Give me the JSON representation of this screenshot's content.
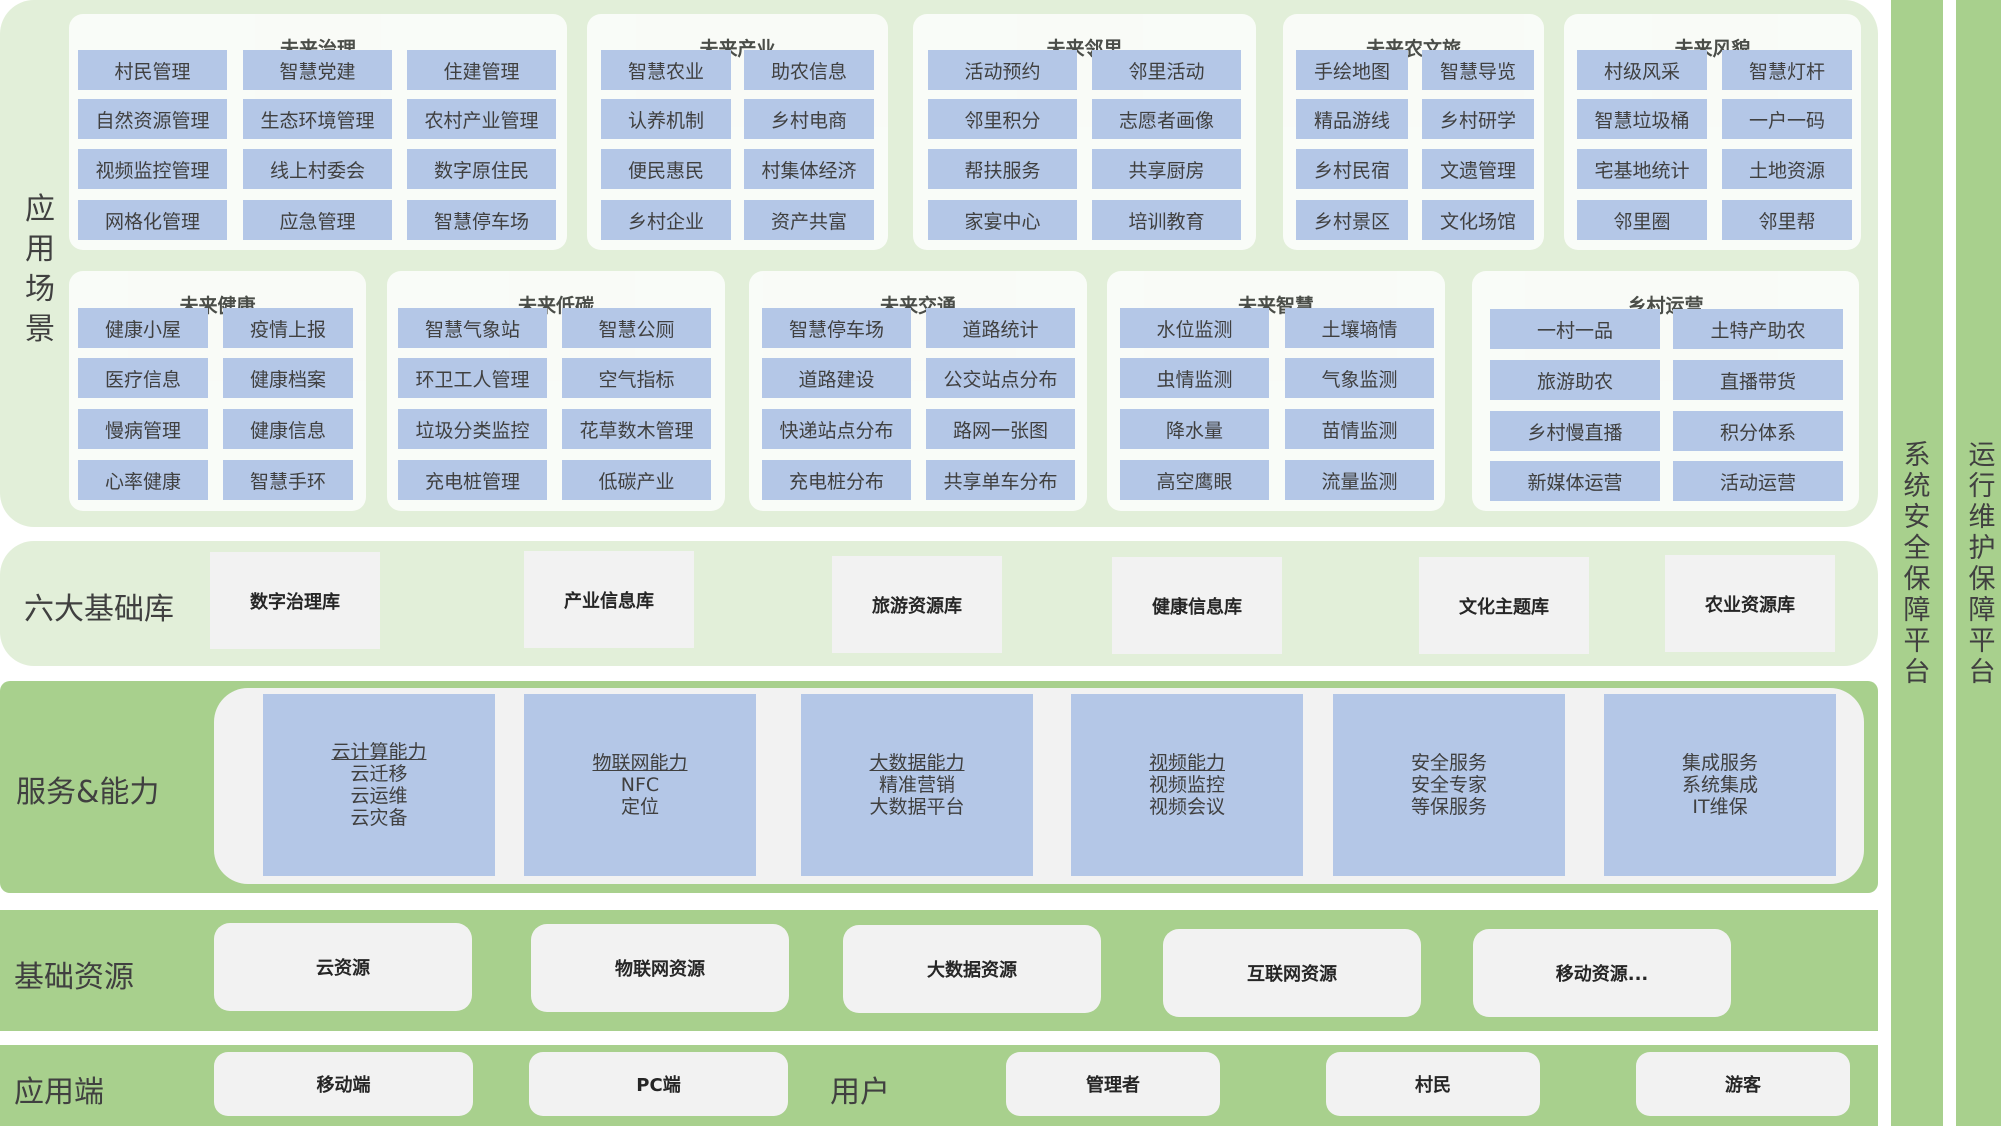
{
  "layers": {
    "app_scenarios": "应用场景",
    "six_libraries": "六大基础库",
    "services": "服务&能力",
    "base_resources": "基础资源",
    "app_endpoints": "应用端",
    "user": "用户"
  },
  "side": {
    "security": "系统安全保障平台",
    "ops": "运行维护保障平台"
  },
  "groups_top": [
    {
      "title": "未来治理",
      "items": [
        "村民管理",
        "智慧党建",
        "住建管理",
        "自然资源管理",
        "生态环境管理",
        "农村产业管理",
        "视频监控管理",
        "线上村委会",
        "数字原住民",
        "网格化管理",
        "应急管理",
        "智慧停车场"
      ]
    },
    {
      "title": "未来产业",
      "items": [
        "智慧农业",
        "助农信息",
        "认养机制",
        "乡村电商",
        "便民惠民",
        "村集体经济",
        "乡村企业",
        "资产共富"
      ]
    },
    {
      "title": "未来邻里",
      "items": [
        "活动预约",
        "邻里活动",
        "邻里积分",
        "志愿者画像",
        "帮扶服务",
        "共享厨房",
        "家宴中心",
        "培训教育"
      ]
    },
    {
      "title": "未来农文旅",
      "items": [
        "手绘地图",
        "智慧导览",
        "精品游线",
        "乡村研学",
        "乡村民宿",
        "文遗管理",
        "乡村景区",
        "文化场馆"
      ]
    },
    {
      "title": "未来风貌",
      "items": [
        "村级风采",
        "智慧灯杆",
        "智慧垃圾桶",
        "一户一码",
        "宅基地统计",
        "土地资源",
        "邻里圈",
        "邻里帮"
      ]
    }
  ],
  "groups_bottom": [
    {
      "title": "未来健康",
      "items": [
        "健康小屋",
        "疫情上报",
        "医疗信息",
        "健康档案",
        "慢病管理",
        "健康信息",
        "心率健康",
        "智慧手环"
      ]
    },
    {
      "title": "未来低碳",
      "items": [
        "智慧气象站",
        "智慧公厕",
        "环卫工人管理",
        "空气指标",
        "垃圾分类监控",
        "花草数木管理",
        "充电桩管理",
        "低碳产业"
      ]
    },
    {
      "title": "未来交通",
      "items": [
        "智慧停车场",
        "道路统计",
        "道路建设",
        "公交站点分布",
        "快递站点分布",
        "路网一张图",
        "充电桩分布",
        "共享单车分布"
      ]
    },
    {
      "title": "未来智慧",
      "items": [
        "水位监测",
        "土壤墒情",
        "虫情监测",
        "气象监测",
        "降水量",
        "苗情监测",
        "高空鹰眼",
        "流量监测"
      ]
    },
    {
      "title": "乡村运营",
      "items": [
        "一村一品",
        "土特产助农",
        "旅游助农",
        "直播带货",
        "乡村慢直播",
        "积分体系",
        "新媒体运营",
        "活动运营"
      ]
    }
  ],
  "libraries": [
    "数字治理库",
    "产业信息库",
    "旅游资源库",
    "健康信息库",
    "文化主题库",
    "农业资源库"
  ],
  "services": [
    {
      "title": "云计算能力",
      "lines": [
        "云迁移",
        "云运维",
        "云灾备"
      ]
    },
    {
      "title": "物联网能力",
      "lines": [
        "NFC",
        "定位"
      ]
    },
    {
      "title": "大数据能力",
      "lines": [
        "精准营销",
        "大数据平台"
      ]
    },
    {
      "title": "视频能力",
      "lines": [
        "视频监控",
        "视频会议"
      ]
    },
    {
      "title": "",
      "lines": [
        "安全服务",
        "安全专家",
        "等保服务"
      ]
    },
    {
      "title": "",
      "lines": [
        "集成服务",
        "系统集成",
        "IT维保"
      ]
    }
  ],
  "resources": [
    "云资源",
    "物联网资源",
    "大数据资源",
    "互联网资源",
    "移动资源..."
  ],
  "endpoints": [
    "移动端",
    "PC端"
  ],
  "users": [
    "管理者",
    "村民",
    "游客"
  ]
}
